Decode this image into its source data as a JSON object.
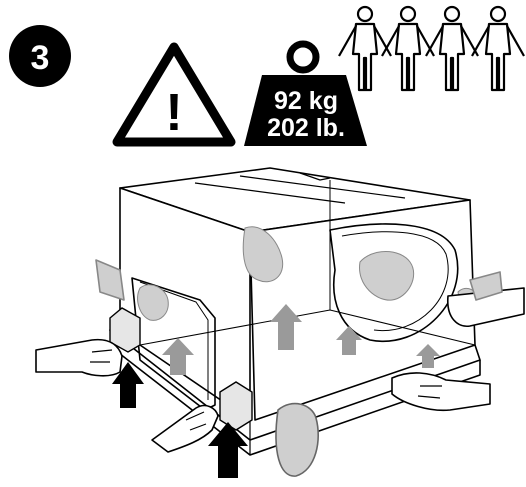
{
  "step": {
    "number": "3"
  },
  "warning": {
    "icon": "warning-triangle-icon",
    "symbol": "!"
  },
  "weight": {
    "line1": "92 kg",
    "line2": "202 lb."
  },
  "people": {
    "icon": "person-icon",
    "count": 4
  },
  "illustration": {
    "subject": "printer",
    "lift_points": 4,
    "arrows": 6
  },
  "colors": {
    "ink": "#000000",
    "paper": "#ffffff",
    "hand_tone": "#cfcfcf",
    "arrow_gray": "#9a9a9a"
  }
}
